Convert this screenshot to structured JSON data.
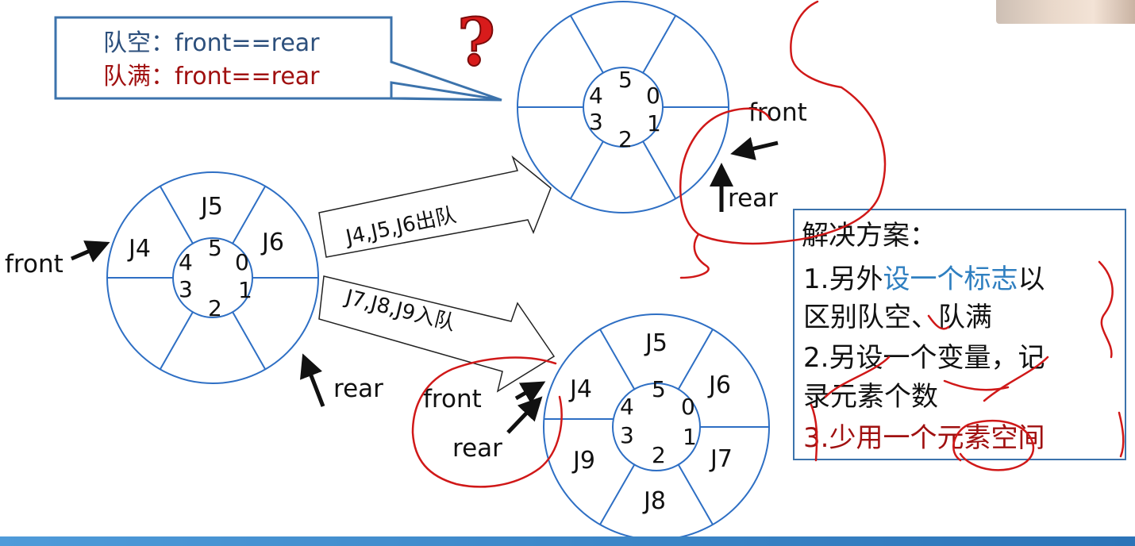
{
  "callout": {
    "empty_condition": "队空：front==rear",
    "full_condition": "队满：front==rear",
    "question_mark": "?"
  },
  "arrows": {
    "dequeue": "J4,J5,J6出队",
    "enqueue": "J7,J8,J9入队"
  },
  "pointers": {
    "front": "front",
    "rear": "rear"
  },
  "queues": {
    "left": {
      "slots": [
        "J5",
        "J6",
        "J4"
      ],
      "indices": [
        "5",
        "0",
        "4",
        "3",
        "1",
        "2"
      ]
    },
    "top": {
      "indices": [
        "5",
        "0",
        "4",
        "3",
        "1",
        "2"
      ]
    },
    "bottom": {
      "slots": [
        "J5",
        "J6",
        "J4",
        "J9",
        "J7",
        "J8"
      ],
      "indices": [
        "5",
        "0",
        "4",
        "3",
        "1",
        "2"
      ]
    }
  },
  "solution": {
    "heading": "解决方案：",
    "option1_prefix": "1.另外",
    "option1_highlight": "设一个标志",
    "option1_suffix": "以",
    "option1_line2": "区别队空、队满",
    "option2_line1": "2.另设一个变量，记",
    "option2_line2": "录元素个数",
    "option3": "3.少用一个元素空间"
  },
  "colors": {
    "circle": "#2e6fc4",
    "callout_border": "#3c73ac",
    "dark_red": "#a01010",
    "blue_text": "#2f7fc0",
    "ink": "#d01818"
  }
}
